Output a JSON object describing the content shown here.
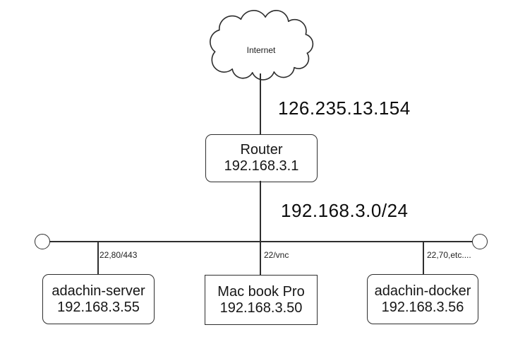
{
  "diagram": {
    "internet": {
      "label": "Internet"
    },
    "wan_ip": "126.235.13.154",
    "lan_subnet": "192.168.3.0/24",
    "router": {
      "name": "Router",
      "ip": "192.168.3.1"
    },
    "ports": {
      "left": "22,80/443",
      "middle": "22/vnc",
      "right": "22,70,etc...."
    },
    "devices": [
      {
        "name": "adachin-server",
        "ip": "192.168.3.55"
      },
      {
        "name": "Mac book Pro",
        "ip": "192.168.3.50"
      },
      {
        "name": "adachin-docker",
        "ip": "192.168.3.56"
      }
    ],
    "colors": {
      "line": "#2e2e2e",
      "text": "#111111",
      "background": "#ffffff"
    }
  }
}
